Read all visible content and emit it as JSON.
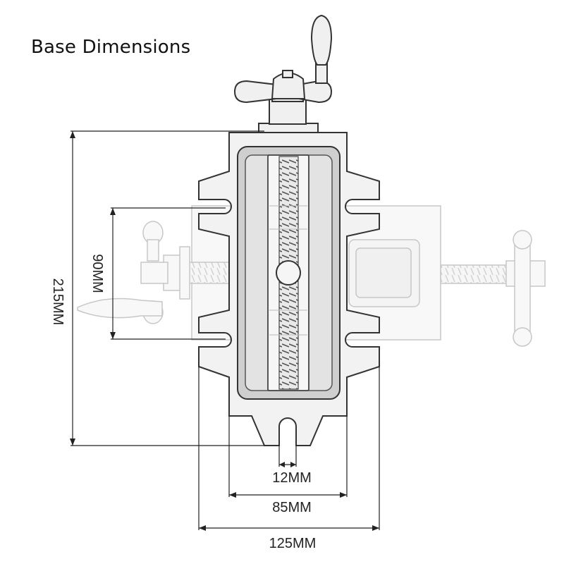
{
  "title": "Base Dimensions",
  "dimensions": {
    "height_total": "215MM",
    "slot_spacing": "90MM",
    "slot_width": "12MM",
    "base_inner_width": "85MM",
    "base_outer_width": "125MM"
  }
}
